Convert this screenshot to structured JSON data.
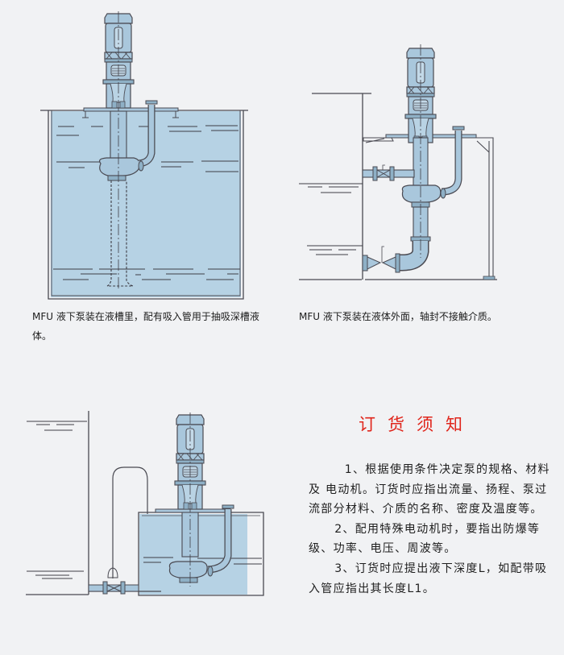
{
  "document": {
    "type": "pump-installation-brochure-page",
    "colors": {
      "background": "#f1f2f4",
      "liquid": "#b6d2e4",
      "pump_body": "#a9c7dc",
      "outline": "#4a4a52",
      "notice_title": "#e0261c",
      "text": "#1e1e1e"
    }
  },
  "figures": [
    {
      "id": "fig-in-tank",
      "caption": "MFU 液下泵装在液槽里，配有吸入管用于抽吸深槽液体。"
    },
    {
      "id": "fig-outside-liquid",
      "caption": "MFU 液下泵装在液体外面，轴封不接触介质。"
    },
    {
      "id": "fig-with-siphon",
      "caption": ""
    }
  ],
  "notice": {
    "title": "订货须知",
    "items": [
      "1、根据使用条件决定泵的规格、材料及 电动机。订货时应指出流量、扬程、泵过流部分材料、介质的名称、密度及温度等。",
      "2、配用特殊电动机时，要指出防爆等级、功率、电压、周波等。",
      "3、订货时应提出液下深度L，如配带吸入管应指出其长度L1。"
    ]
  }
}
